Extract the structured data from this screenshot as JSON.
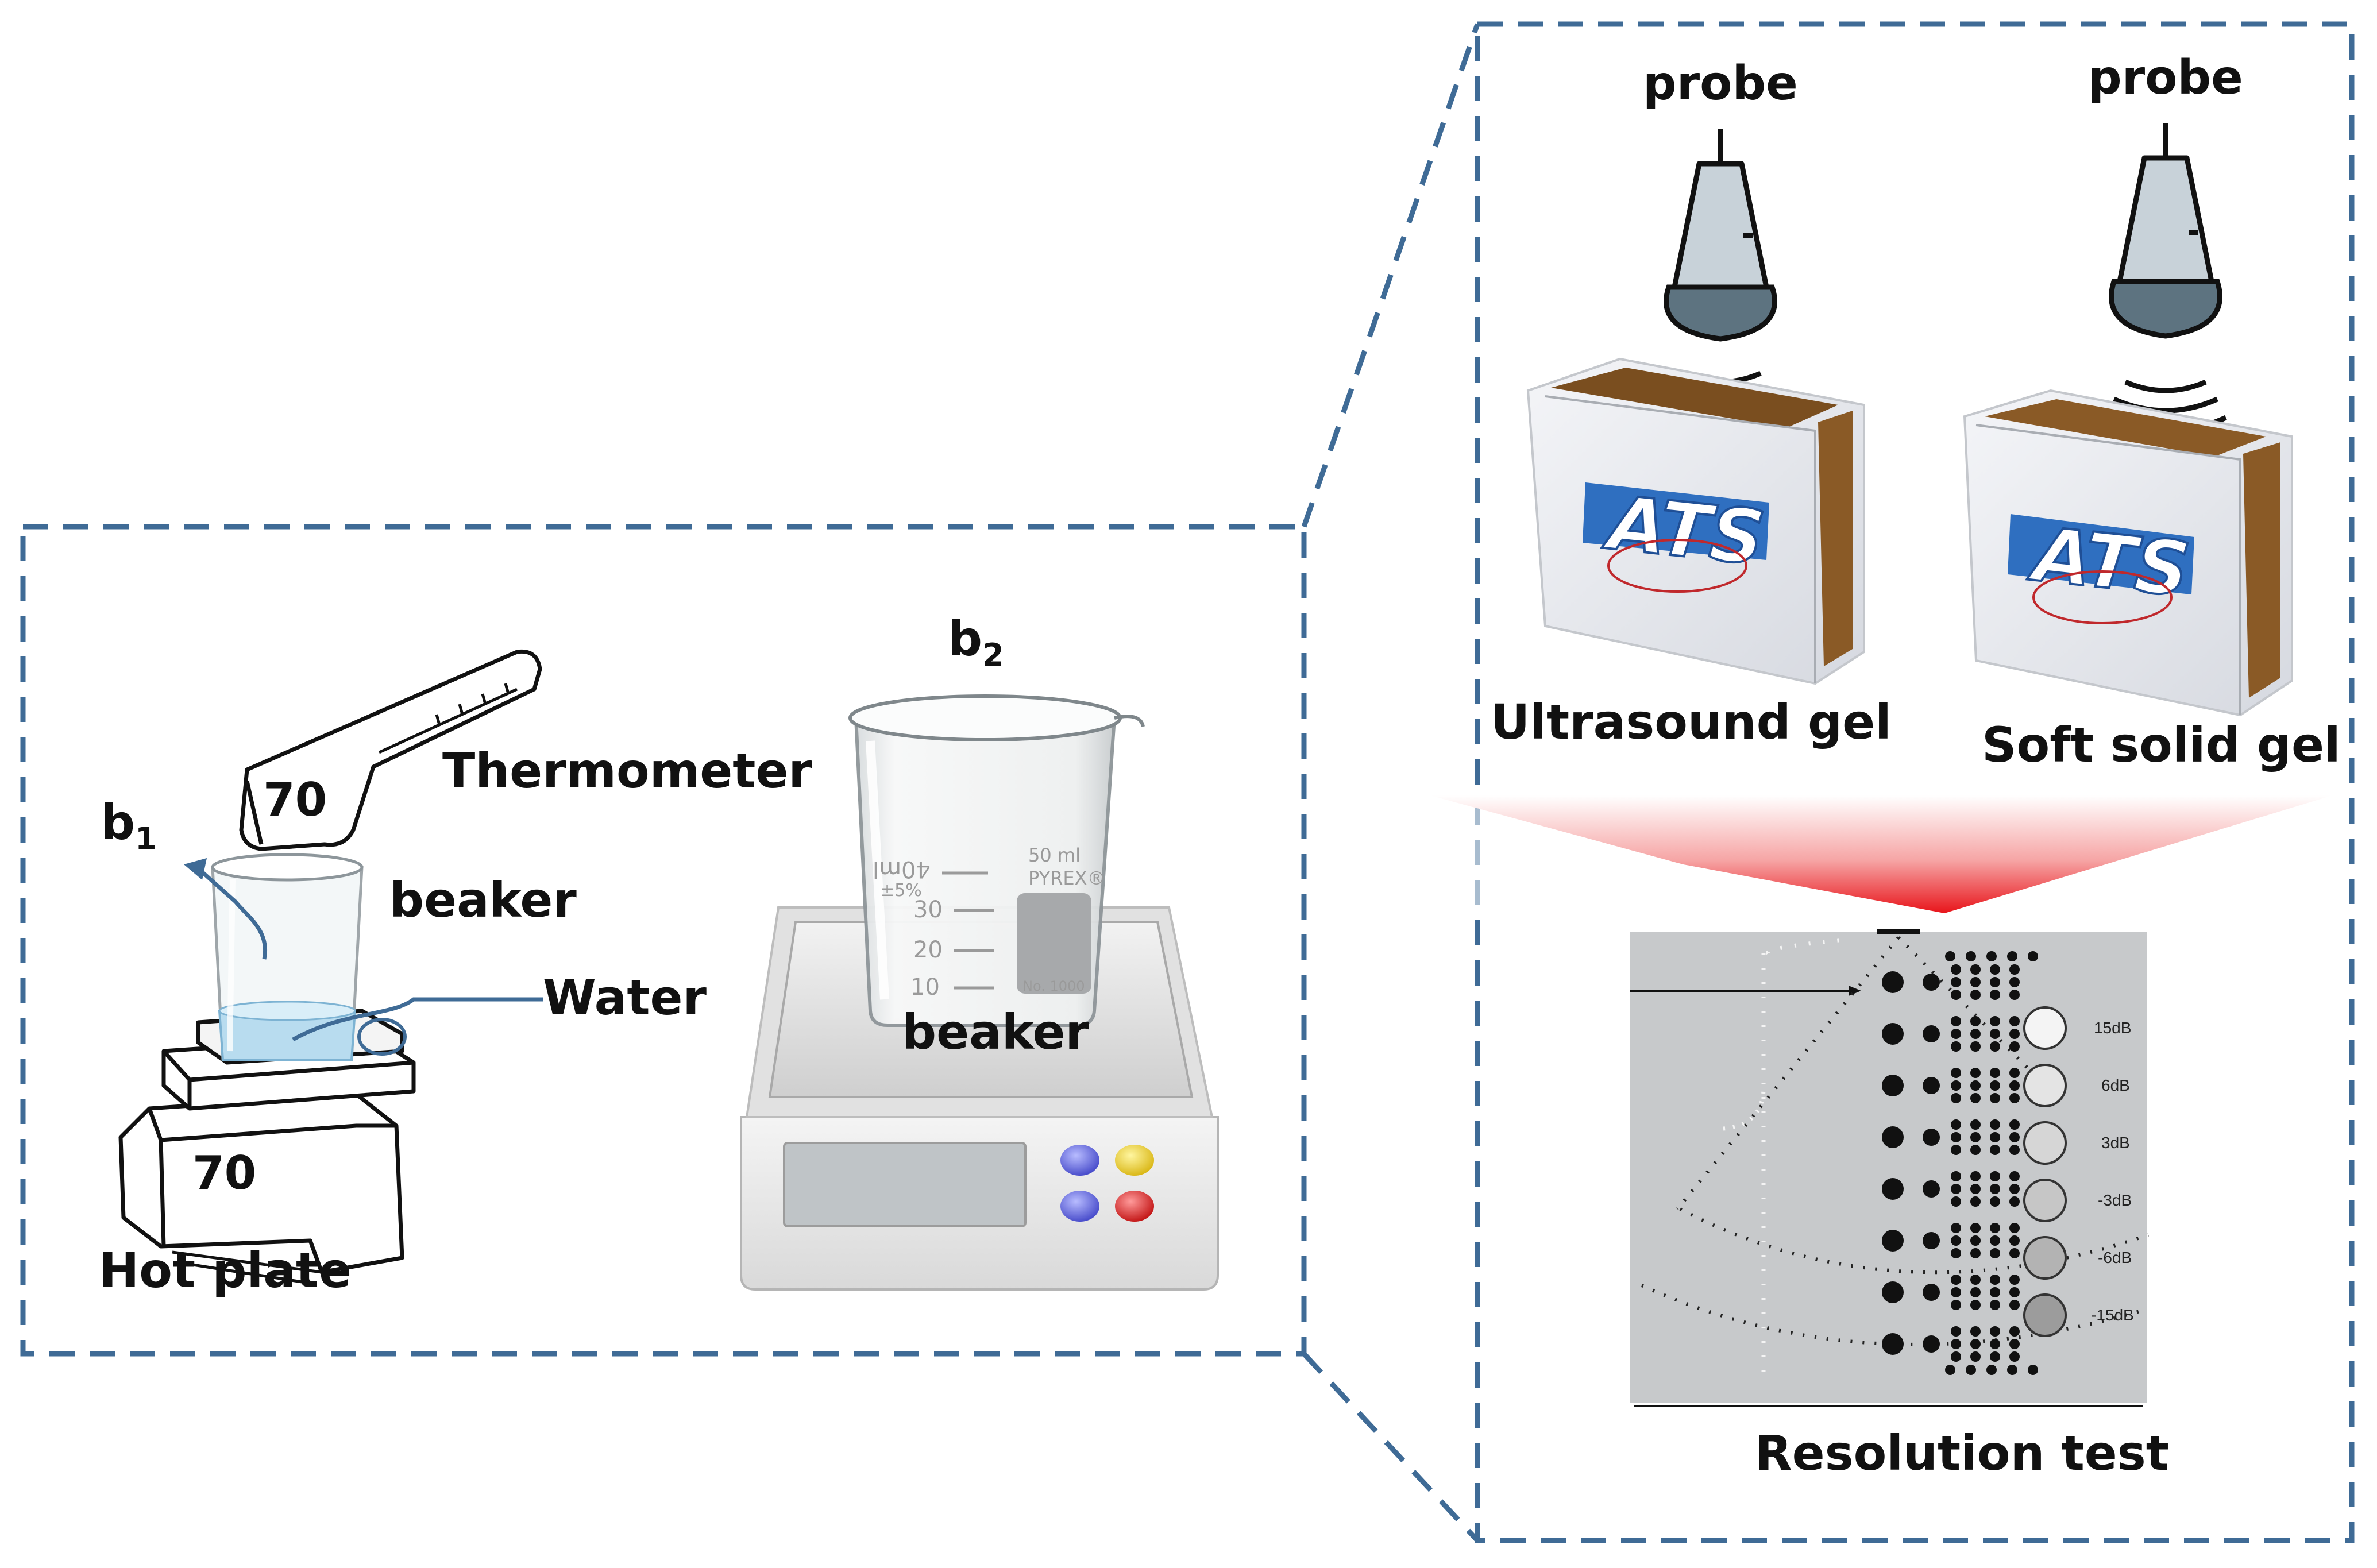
{
  "labels": {
    "b1_letter": "b",
    "b1_sub": "1",
    "b2_letter": "b",
    "b2_sub": "2",
    "thermometer": "Thermometer",
    "thermometer_display": "70",
    "beaker_left": "beaker",
    "water": "Water",
    "hot_plate": "Hot plate",
    "hot_plate_display": "70",
    "beaker_right": "beaker",
    "probe_left": "probe",
    "probe_right": "probe",
    "ultrasound_gel": "Ultrasound gel",
    "soft_solid_gel": "Soft solid gel",
    "resolution_test": "Resolution test"
  },
  "phantom_brand": "ATS",
  "beaker_graduations": [
    "40ml",
    "30",
    "20",
    "10"
  ],
  "beaker_markings": [
    "50 ml",
    "PYREX®",
    "±5%",
    "No. 1000"
  ],
  "db_levels": [
    "15dB",
    "6dB",
    "3dB",
    "-3dB",
    "-6dB",
    "-15dB"
  ],
  "colors": {
    "dash_border": "#3f6b96",
    "arrow_red": "#e8151b",
    "water_blue": "#b8dcef",
    "phantom_blue": "#2f6fc0",
    "probe_body": "#c8d2d9",
    "probe_tip": "#5d7380",
    "button_blue": "#5a5fd8",
    "button_yellow": "#e8cc24",
    "button_red": "#d41c1c"
  }
}
